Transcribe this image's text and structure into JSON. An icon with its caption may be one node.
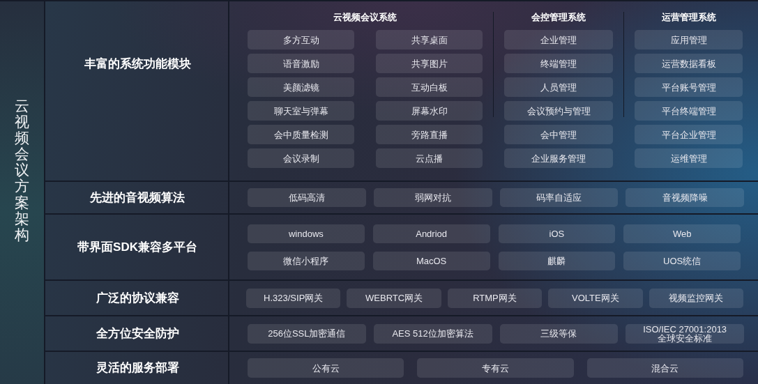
{
  "diagram": {
    "title": "云视频会议方案架构",
    "nodes": [
      {
        "text": [
          "丰富的系统功能模块"
        ]
      },
      {
        "text": [
          "云视频会议系统"
        ],
        "in": 0
      },
      {
        "text": [
          "多方互动"
        ],
        "in": 1
      },
      {
        "text": [
          "共享桌面"
        ],
        "in": 1
      },
      {
        "text": [
          "语音激励"
        ],
        "in": 1
      },
      {
        "text": [
          "共享图片"
        ],
        "in": 1
      },
      {
        "text": [
          "美颜滤镜"
        ],
        "in": 1
      },
      {
        "text": [
          "互动白板"
        ],
        "in": 1
      },
      {
        "text": [
          "聊天室与弹幕"
        ],
        "in": 1
      },
      {
        "text": [
          "屏幕水印"
        ],
        "in": 1
      },
      {
        "text": [
          "会中质量检测"
        ],
        "in": 1
      },
      {
        "text": [
          "旁路直播"
        ],
        "in": 1
      },
      {
        "text": [
          "会议录制"
        ],
        "in": 1
      },
      {
        "text": [
          "云点播"
        ],
        "in": 1
      },
      {
        "text": [
          "会控管理系统"
        ],
        "in": 0
      },
      {
        "text": [
          "企业管理"
        ],
        "in": 14
      },
      {
        "text": [
          "终端管理"
        ],
        "in": 14
      },
      {
        "text": [
          "人员管理"
        ],
        "in": 14
      },
      {
        "text": [
          "会议预约与管理"
        ],
        "in": 14
      },
      {
        "text": [
          "会中管理"
        ],
        "in": 14
      },
      {
        "text": [
          "企业服务管理"
        ],
        "in": 14
      },
      {
        "text": [
          "运营管理系统"
        ],
        "in": 0
      },
      {
        "text": [
          "应用管理"
        ],
        "in": 21
      },
      {
        "text": [
          "运营数据看板"
        ],
        "in": 21
      },
      {
        "text": [
          "平台账号管理"
        ],
        "in": 21
      },
      {
        "text": [
          "平台终端管理"
        ],
        "in": 21
      },
      {
        "text": [
          "平台企业管理"
        ],
        "in": 21
      },
      {
        "text": [
          "运维管理"
        ],
        "in": 21
      },
      {
        "text": [
          "先进的音视频算法"
        ]
      },
      {
        "text": [
          "低码高清"
        ],
        "in": 28
      },
      {
        "text": [
          "弱网对抗"
        ],
        "in": 28
      },
      {
        "text": [
          "码率自适应"
        ],
        "in": 28
      },
      {
        "text": [
          "音视频降噪"
        ],
        "in": 28
      },
      {
        "text": [
          "带界面SDK兼容多平台"
        ]
      },
      {
        "text": [
          "windows"
        ],
        "in": 33
      },
      {
        "text": [
          "Andriod"
        ],
        "in": 33
      },
      {
        "text": [
          "iOS"
        ],
        "in": 33
      },
      {
        "text": [
          "Web"
        ],
        "in": 33
      },
      {
        "text": [
          "微信小程序"
        ],
        "in": 33
      },
      {
        "text": [
          "MacOS"
        ],
        "in": 33
      },
      {
        "text": [
          "麒麟"
        ],
        "in": 33
      },
      {
        "text": [
          "UOS统信"
        ],
        "in": 33
      },
      {
        "text": [
          "广泛的协议兼容"
        ]
      },
      {
        "text": [
          "H.323/SIP网关"
        ],
        "in": 42
      },
      {
        "text": [
          "WEBRTC网关"
        ],
        "in": 42
      },
      {
        "text": [
          "RTMP网关"
        ],
        "in": 42
      },
      {
        "text": [
          "VOLTE网关"
        ],
        "in": 42
      },
      {
        "text": [
          "视频监控网关"
        ],
        "in": 42
      },
      {
        "text": [
          "全方位安全防护"
        ]
      },
      {
        "text": [
          "256位SSL加密通信"
        ],
        "in": 48
      },
      {
        "text": [
          "AES 512位加密算法"
        ],
        "in": 48
      },
      {
        "text": [
          "三级等保"
        ],
        "in": 48
      },
      {
        "text": [
          "ISO/IEC 27001:2013 全球安全标准"
        ],
        "in": 48
      },
      {
        "text": [
          "灵活的服务部署"
        ]
      },
      {
        "text": [
          "公有云"
        ],
        "in": 53
      },
      {
        "text": [
          "专有云"
        ],
        "in": 53
      },
      {
        "text": [
          "混合云"
        ],
        "in": 53
      }
    ]
  }
}
